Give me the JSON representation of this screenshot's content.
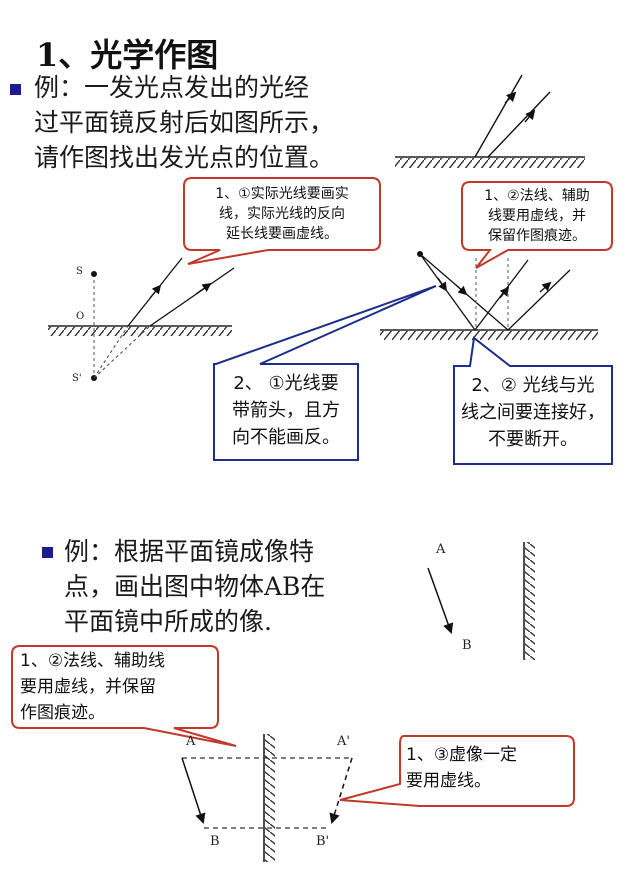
{
  "title": "1、光学作图",
  "example1": {
    "lines": [
      "例：一发光点发出的光经",
      "过平面镜反射后如图所示，",
      "请作图找出发光点的位置。"
    ]
  },
  "example2": {
    "lines": [
      "例：根据平面镜成像特",
      "点，画出图中物体AB在",
      "平面镜中所成的像."
    ]
  },
  "callouts": {
    "c1": [
      "1、①实际光线要画实",
      "线，实际光线的反向",
      "延长线要画虚线。"
    ],
    "c2": [
      "1、②法线、辅助",
      "线要用虚线，并",
      "保留作图痕迹。"
    ],
    "c3": [
      "2、 ①光线要",
      "带箭头，且方",
      "向不能画反。"
    ],
    "c4": [
      "2、② 光线与光",
      "线之间要连接好，",
      "不要断开。"
    ],
    "c5": [
      "1、②法线、辅助线",
      "要用虚线，并保留",
      "作图痕迹。"
    ],
    "c6": [
      "1、③虚像一定",
      "要用虚线。"
    ]
  },
  "labels": {
    "S": "S",
    "O": "O",
    "S_prime": "S'",
    "A": "A",
    "B": "B",
    "A_prime": "A'",
    "B_prime": "B'"
  },
  "colors": {
    "red_border": "#c0392b",
    "blue_border": "#1c2d8c",
    "bullet": "#1c1c8c"
  }
}
